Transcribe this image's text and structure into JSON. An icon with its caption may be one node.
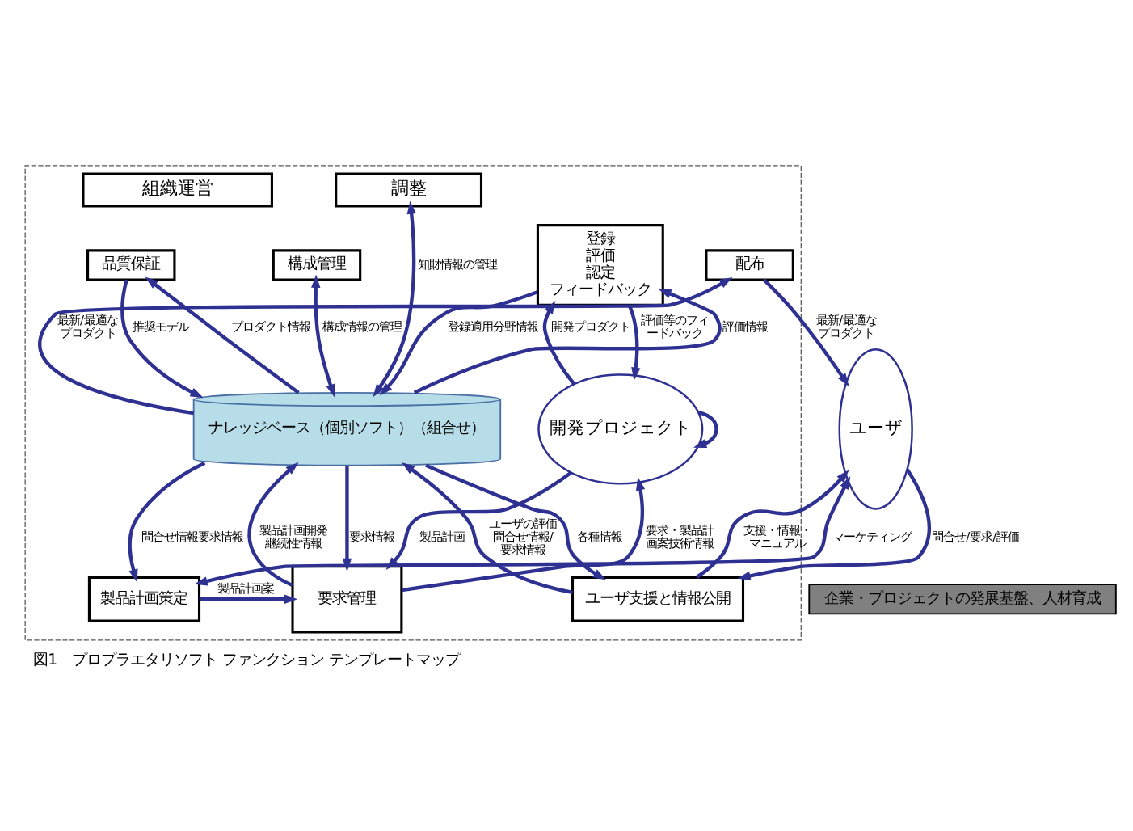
{
  "diagram": {
    "caption": "図1　プロプラエタリソフト ファンクション テンプレートマップ",
    "nodes": [
      {
        "text": [],
        "shape": "box"
      },
      {
        "text": [
          "組織運営"
        ],
        "in": 0
      },
      {
        "text": [
          "調整"
        ],
        "in": 0
      },
      {
        "text": [
          "構成管理"
        ],
        "in": 0
      },
      {
        "text": [
          "開発プロジェクト"
        ],
        "in": 0
      },
      {
        "text": [
          "登録",
          "評価",
          "認定",
          "フィードバック"
        ],
        "in": 0
      },
      {
        "text": [
          "品質保証"
        ],
        "in": 0
      },
      {
        "text": [
          "ナレッジベース（個別ソフト）（組合せ）"
        ],
        "in": 0
      },
      {
        "text": [
          "配布"
        ],
        "in": 0
      },
      {
        "text": [
          "ユーザ"
        ]
      },
      {
        "text": [
          "要求管理"
        ],
        "in": 0
      },
      {
        "text": [
          "ユーザ支援と情報公開"
        ],
        "in": 0
      },
      {
        "text": [
          "製品計画策定"
        ],
        "in": 0
      },
      {
        "text": [
          "企業・プロジェクトの発展基盤、人材育成"
        ]
      }
    ],
    "edges": [
      {
        "from": 2,
        "to": 7,
        "arrow": "both",
        "label": "知財情報の管理"
      },
      {
        "from": 3,
        "to": 7,
        "arrow": "both",
        "label": "構成情報の管理"
      },
      {
        "from": 4,
        "to": 5,
        "arrow": "to",
        "label": "開発プロダクト"
      },
      {
        "from": 5,
        "to": 4,
        "arrow": "to",
        "label": "評価等のフィードバック"
      },
      {
        "from": 7,
        "to": 6,
        "arrow": "to",
        "label": "プロダクト情報"
      },
      {
        "from": 6,
        "to": 7,
        "arrow": "to",
        "label": "推奨モデル"
      },
      {
        "from": 5,
        "to": 7,
        "arrow": "to",
        "label": "登録適用分野情報"
      },
      {
        "from": 7,
        "to": 5,
        "arrow": "to",
        "label": "評価情報"
      },
      {
        "from": 7,
        "to": 8,
        "arrow": "to",
        "label": "最新/最適なプロダクト"
      },
      {
        "from": 8,
        "to": 9,
        "arrow": "to",
        "label": "最新/最適なプロダクト"
      },
      {
        "from": 4,
        "to": 10,
        "arrow": "to",
        "label": "製品計画"
      },
      {
        "from": 10,
        "to": 4,
        "arrow": "to",
        "label": "要求・製品計画案技術情報"
      },
      {
        "from": 10,
        "to": 7,
        "arrow": "to",
        "label": "製品計画開発継続性情報"
      },
      {
        "from": 7,
        "to": 10,
        "arrow": "to",
        "label": "要求情報"
      },
      {
        "from": 11,
        "to": 7,
        "arrow": "to",
        "label": "ユーザの評価問合せ情報/要求情報"
      },
      {
        "from": 7,
        "to": 11,
        "arrow": "to",
        "label": "各種情報"
      },
      {
        "from": 11,
        "to": 9,
        "arrow": "to",
        "label": "支援・情報・マニュアル"
      },
      {
        "from": 9,
        "to": 11,
        "arrow": "to",
        "label": "問合せ/要求/評価"
      },
      {
        "from": 7,
        "to": 12,
        "arrow": "to",
        "label": "問合せ情報要求情報"
      },
      {
        "from": 12,
        "to": 9,
        "arrow": "both",
        "label": "マーケティング"
      },
      {
        "from": 12,
        "to": 10,
        "arrow": "to",
        "label": "製品計画案"
      },
      {
        "from": 4,
        "to": 4,
        "arrow": "to"
      }
    ]
  }
}
